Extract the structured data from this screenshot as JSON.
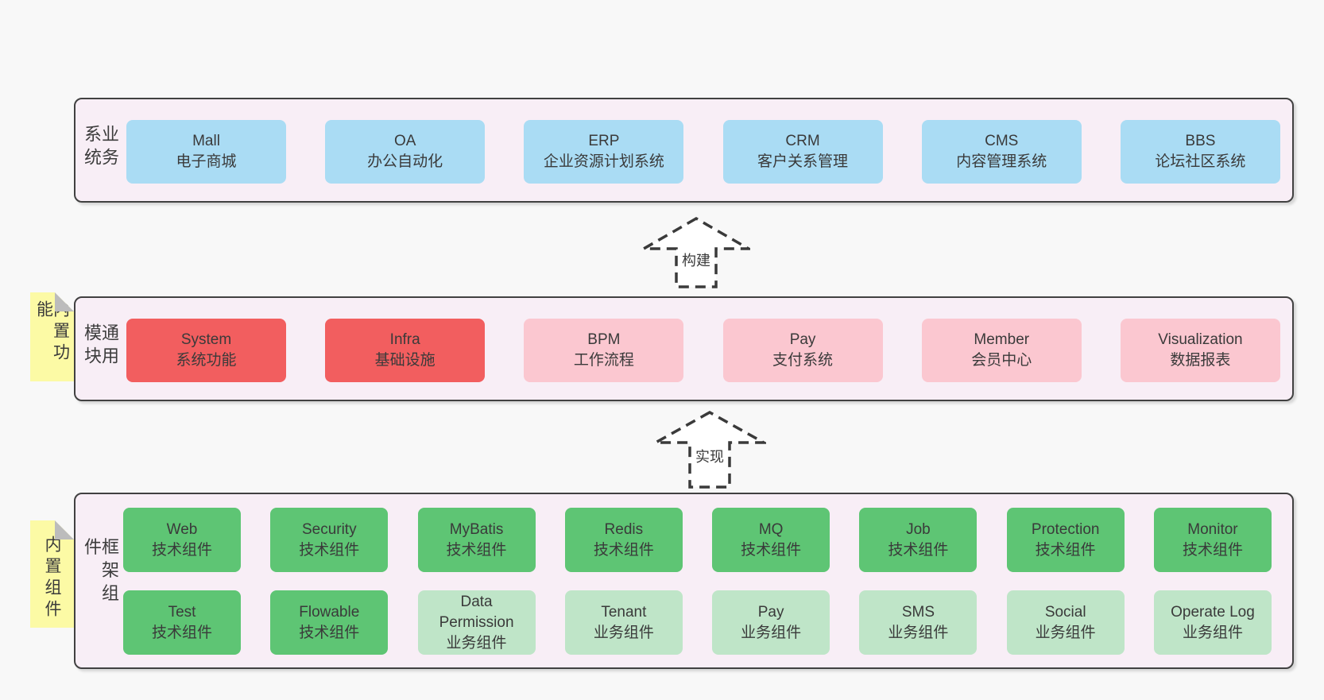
{
  "colors": {
    "page_bg": "#f8f8f8",
    "band_bg": "#f8eef6",
    "band_border": "#414141",
    "blue_box": "#aadcf4",
    "red_box": "#f25e5f",
    "pink_box": "#fbc7d0",
    "green_box": "#5ec574",
    "light_green_box": "#bfe5c8",
    "sticky_yellow": "#fcfaa5",
    "sticky_fold_gray": "#bcbcbc",
    "text": "#3a3a3a"
  },
  "arrows": [
    {
      "label": "构建"
    },
    {
      "label": "实现"
    }
  ],
  "bands": [
    {
      "label": "业务系统",
      "sticky": null,
      "rows": [
        [
          {
            "en": "Mall",
            "zh": "电子商城",
            "type": "blue"
          },
          {
            "en": "OA",
            "zh": "办公自动化",
            "type": "blue"
          },
          {
            "en": "ERP",
            "zh": "企业资源计划系统",
            "type": "blue"
          },
          {
            "en": "CRM",
            "zh": "客户关系管理",
            "type": "blue"
          },
          {
            "en": "CMS",
            "zh": "内容管理系统",
            "type": "blue"
          },
          {
            "en": "BBS",
            "zh": "论坛社区系统",
            "type": "blue"
          }
        ]
      ]
    },
    {
      "label": "通用模块",
      "sticky": "内置功能",
      "rows": [
        [
          {
            "en": "System",
            "zh": "系统功能",
            "type": "red"
          },
          {
            "en": "Infra",
            "zh": "基础设施",
            "type": "red"
          },
          {
            "en": "BPM",
            "zh": "工作流程",
            "type": "pink"
          },
          {
            "en": "Pay",
            "zh": "支付系统",
            "type": "pink"
          },
          {
            "en": "Member",
            "zh": "会员中心",
            "type": "pink"
          },
          {
            "en": "Visualization",
            "zh": "数据报表",
            "type": "pink"
          }
        ]
      ]
    },
    {
      "label": "框架组件",
      "sticky": "内置组件",
      "rows": [
        [
          {
            "en": "Web",
            "zh": "技术组件",
            "type": "green"
          },
          {
            "en": "Security",
            "zh": "技术组件",
            "type": "green"
          },
          {
            "en": "MyBatis",
            "zh": "技术组件",
            "type": "green"
          },
          {
            "en": "Redis",
            "zh": "技术组件",
            "type": "green"
          },
          {
            "en": "MQ",
            "zh": "技术组件",
            "type": "green"
          },
          {
            "en": "Job",
            "zh": "技术组件",
            "type": "green"
          },
          {
            "en": "Protection",
            "zh": "技术组件",
            "type": "green"
          },
          {
            "en": "Monitor",
            "zh": "技术组件",
            "type": "green"
          }
        ],
        [
          {
            "en": "Test",
            "zh": "技术组件",
            "type": "green"
          },
          {
            "en": "Flowable",
            "zh": "技术组件",
            "type": "green"
          },
          {
            "en": "Data Permission",
            "zh": "业务组件",
            "type": "light-green"
          },
          {
            "en": "Tenant",
            "zh": "业务组件",
            "type": "light-green"
          },
          {
            "en": "Pay",
            "zh": "业务组件",
            "type": "light-green"
          },
          {
            "en": "SMS",
            "zh": "业务组件",
            "type": "light-green"
          },
          {
            "en": "Social",
            "zh": "业务组件",
            "type": "light-green"
          },
          {
            "en": "Operate Log",
            "zh": "业务组件",
            "type": "light-green"
          }
        ]
      ]
    }
  ]
}
